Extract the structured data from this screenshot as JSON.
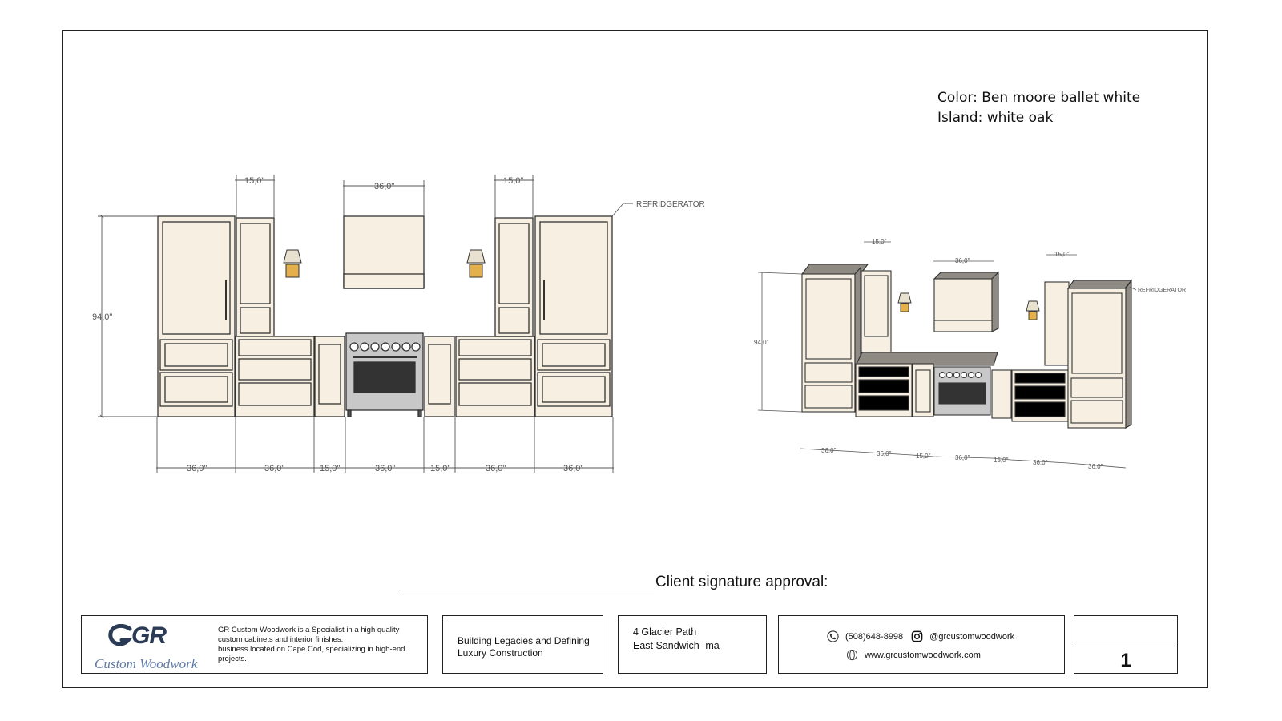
{
  "notes": {
    "color": "Color: Ben moore ballet white",
    "island": "Island: white oak"
  },
  "elevation": {
    "callout": "REFRIDGERATOR",
    "height": "94,0\"",
    "top_dims": [
      "15,0\"",
      "36,0\"",
      "15,0\""
    ],
    "bottom_dims": [
      "36,0\"",
      "36,0\"",
      "15,0\"",
      "36,0\"",
      "15,0\"",
      "36,0\"",
      "36,0\""
    ]
  },
  "perspective": {
    "callout": "REFRIDGERATOR",
    "height": "94,0\"",
    "top_dims": [
      "15,0\"",
      "36,0\"",
      "15,0\""
    ],
    "bottom_dims": [
      "36,0\"",
      "36,0\"",
      "15,0\"",
      "36,0\"",
      "15,0\"",
      "36,0\"",
      "36,0\""
    ]
  },
  "signature": {
    "label": "Client signature approval:"
  },
  "footer": {
    "logo": {
      "mark": "GR",
      "name": "Custom Woodwork"
    },
    "about": [
      "GR Custom Woodwork is a Specialist in a high quality",
      "custom cabinets and interior finishes.",
      "business located on Cape Cod, specializing in high-end",
      "projects."
    ],
    "tagline": [
      "Building Legacies and Defining",
      "Luxury Construction"
    ],
    "address": [
      "4 Glacier Path",
      "East Sandwich- ma"
    ],
    "phone": "(508)648-8998",
    "instagram": "@grcustomwoodwork",
    "website": "www.grcustomwoodwork.com",
    "page_number": "1"
  },
  "colors": {
    "cabinet": "#f6efe2",
    "line": "#333333",
    "stainless": "#c8c8c8",
    "box_side": "#8f8a83",
    "sconce": "#e3b04b",
    "logo_blue": "#5d7aa6"
  }
}
